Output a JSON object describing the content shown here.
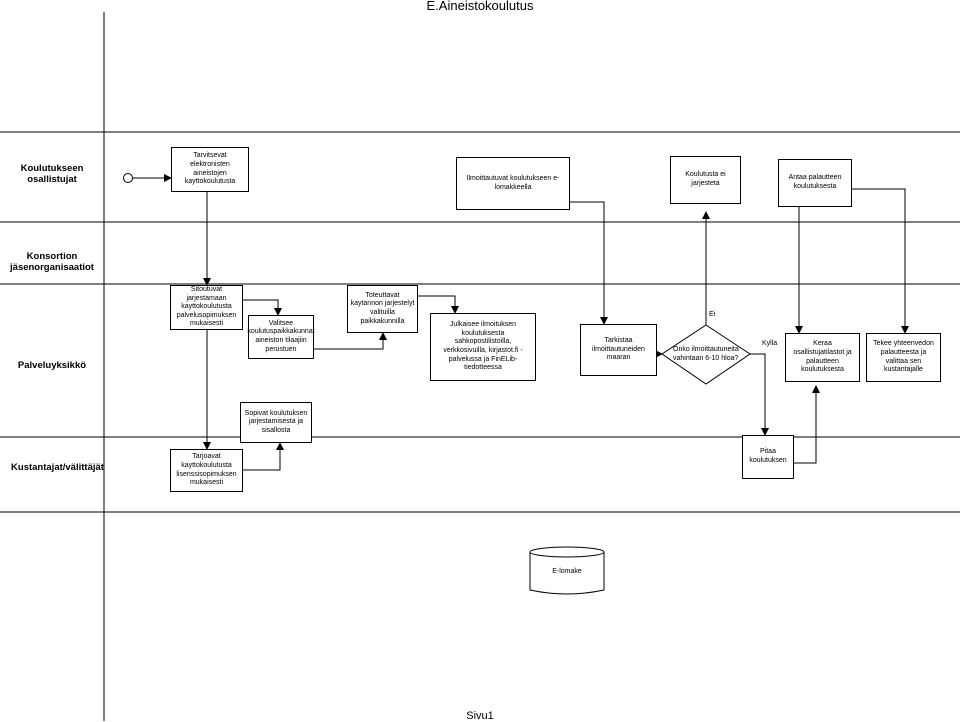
{
  "page": {
    "title": "E.Aineistokoulutus",
    "footer": "Sivu1"
  },
  "lanes": {
    "participants": "Koulutukseen osallistujat",
    "consortium": "Konsortion jäsenorganisaatiot",
    "service": "Palveluyksikkö",
    "provider": "Kustantajat/välittäjät"
  },
  "boxes": {
    "need": "Tarvitsevat elektronisten aineistojen kayttokoulutusta",
    "register": "Ilmoittautuvat koulutukseen e-lomakkeella",
    "not_held": "Koulutusta ei jarjesteta",
    "feedback_give": "Antaa palautteen koulutuksesta",
    "commit": "Sitoutuvat jarjestamaan kayttokoulutusta palvelusopimuksen mukaisesti",
    "choose": "Valitsee koulutuspaikkakunnat aineiston tilaajiin perustuen",
    "implement": "Toteuttavat kaytannon jarjestelyt valituilla paikkakunnilla",
    "announce": "Julkaisee ilmoituksen koulutuksesta sahkopostilistoilla, verkkosivuilla, kirjastot.fi -palvelussa ja FinELib-tiedotteessa",
    "check": "Tarkistaa ilmoittautuneiden maaran",
    "decision": "Onko ilmoittautuneita vahintaan 6-10 hloa?",
    "collect": "Keraa osallistujatilastot ja palautteen koulutuksesta",
    "summary": "Tekee yhteenvedon palautteesta ja valittaa sen kustantajalle",
    "agree": "Sopivat koulutuksen jarjestamisesta ja sisallosta",
    "offer": "Tarjoavat kayttokoulutusta lisenssisopimuksen mukaisesti",
    "hold": "Pitaa koulutuksen",
    "eform": "E-lomake"
  },
  "labels": {
    "no": "Ei",
    "yes": "Kylla"
  }
}
